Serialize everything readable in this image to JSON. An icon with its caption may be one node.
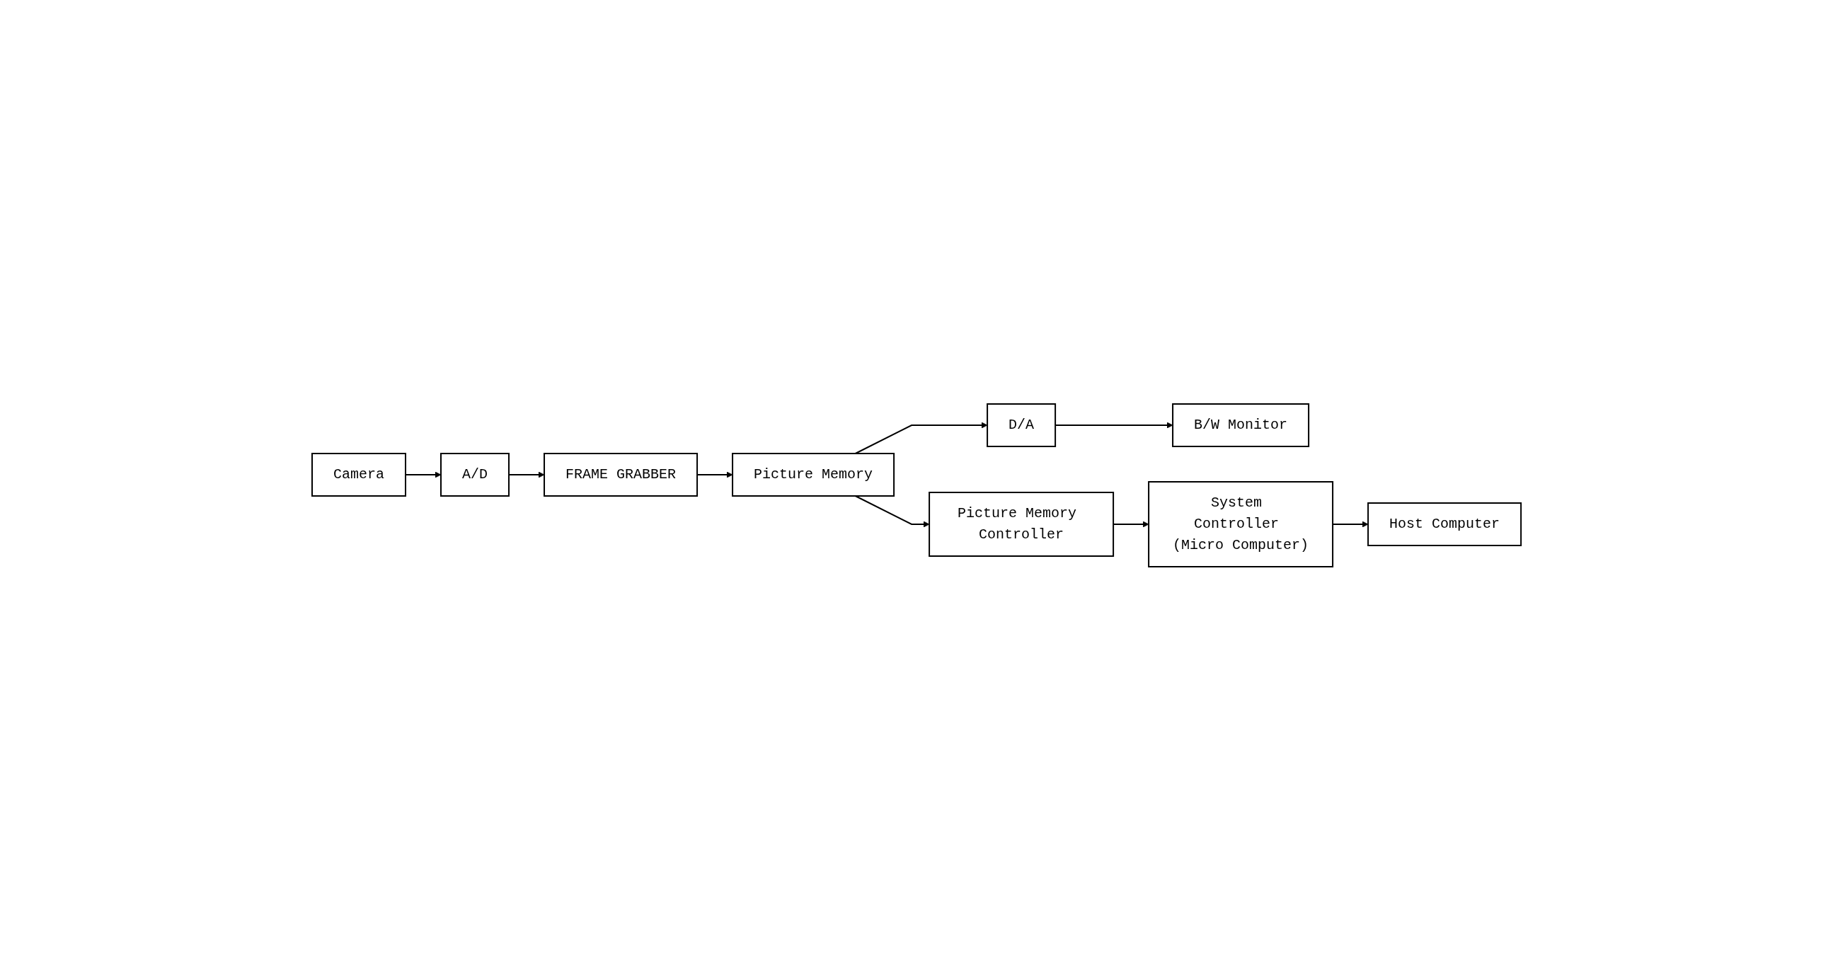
{
  "diagram": {
    "nodes": [
      {
        "text": [
          "Camera"
        ]
      },
      {
        "text": [
          "A/D"
        ]
      },
      {
        "text": [
          "FRAME GRABBER"
        ]
      },
      {
        "text": [
          "Picture Memory"
        ]
      },
      {
        "text": [
          "D/A"
        ]
      },
      {
        "text": [
          "B/W Monitor"
        ]
      },
      {
        "text": [
          "Picture Memory Controller"
        ]
      },
      {
        "text": [
          "System Controller (Micro Computer)"
        ]
      },
      {
        "text": [
          "Host Computer"
        ]
      }
    ],
    "edges": [
      {
        "from": 0,
        "to": 1,
        "arrow": "to"
      },
      {
        "from": 1,
        "to": 2,
        "arrow": "to"
      },
      {
        "from": 2,
        "to": 3,
        "arrow": "to"
      },
      {
        "from": 3,
        "to": 4,
        "arrow": "to"
      },
      {
        "from": 4,
        "to": 5,
        "arrow": "to"
      },
      {
        "from": 3,
        "to": 6,
        "arrow": "to"
      },
      {
        "from": 6,
        "to": 7,
        "arrow": "to"
      },
      {
        "from": 7,
        "to": 8,
        "arrow": "to"
      }
    ]
  }
}
